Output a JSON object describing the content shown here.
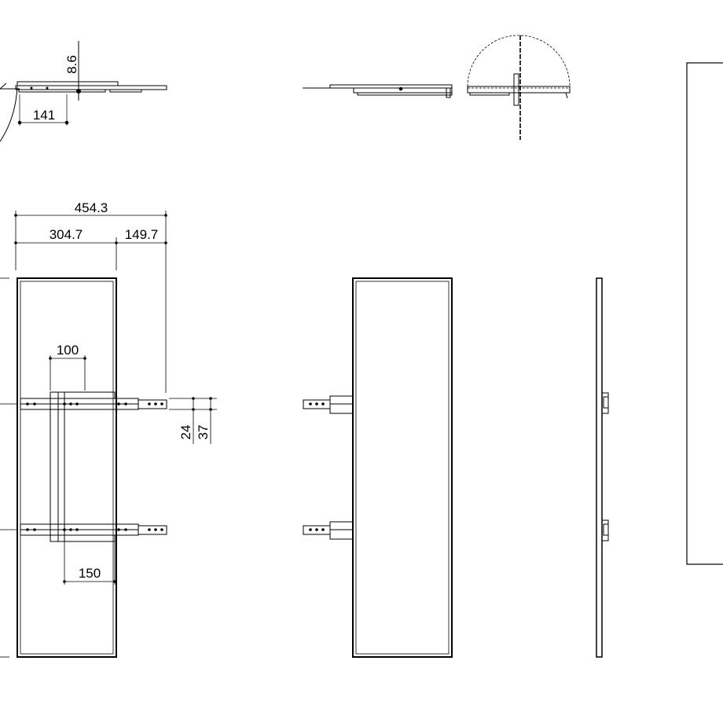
{
  "drawing": {
    "dimensions": {
      "top_height": "8.6",
      "top_offset": "141",
      "overall_width": "454.3",
      "panel_width": "304.7",
      "slide_extension": "149.7",
      "bracket_spacing_top": "100",
      "bracket_spacing_bottom": "150",
      "rail_height_inner": "24",
      "rail_height_outer": "37"
    },
    "colors": {
      "line": "#000000",
      "background": "#ffffff"
    }
  }
}
